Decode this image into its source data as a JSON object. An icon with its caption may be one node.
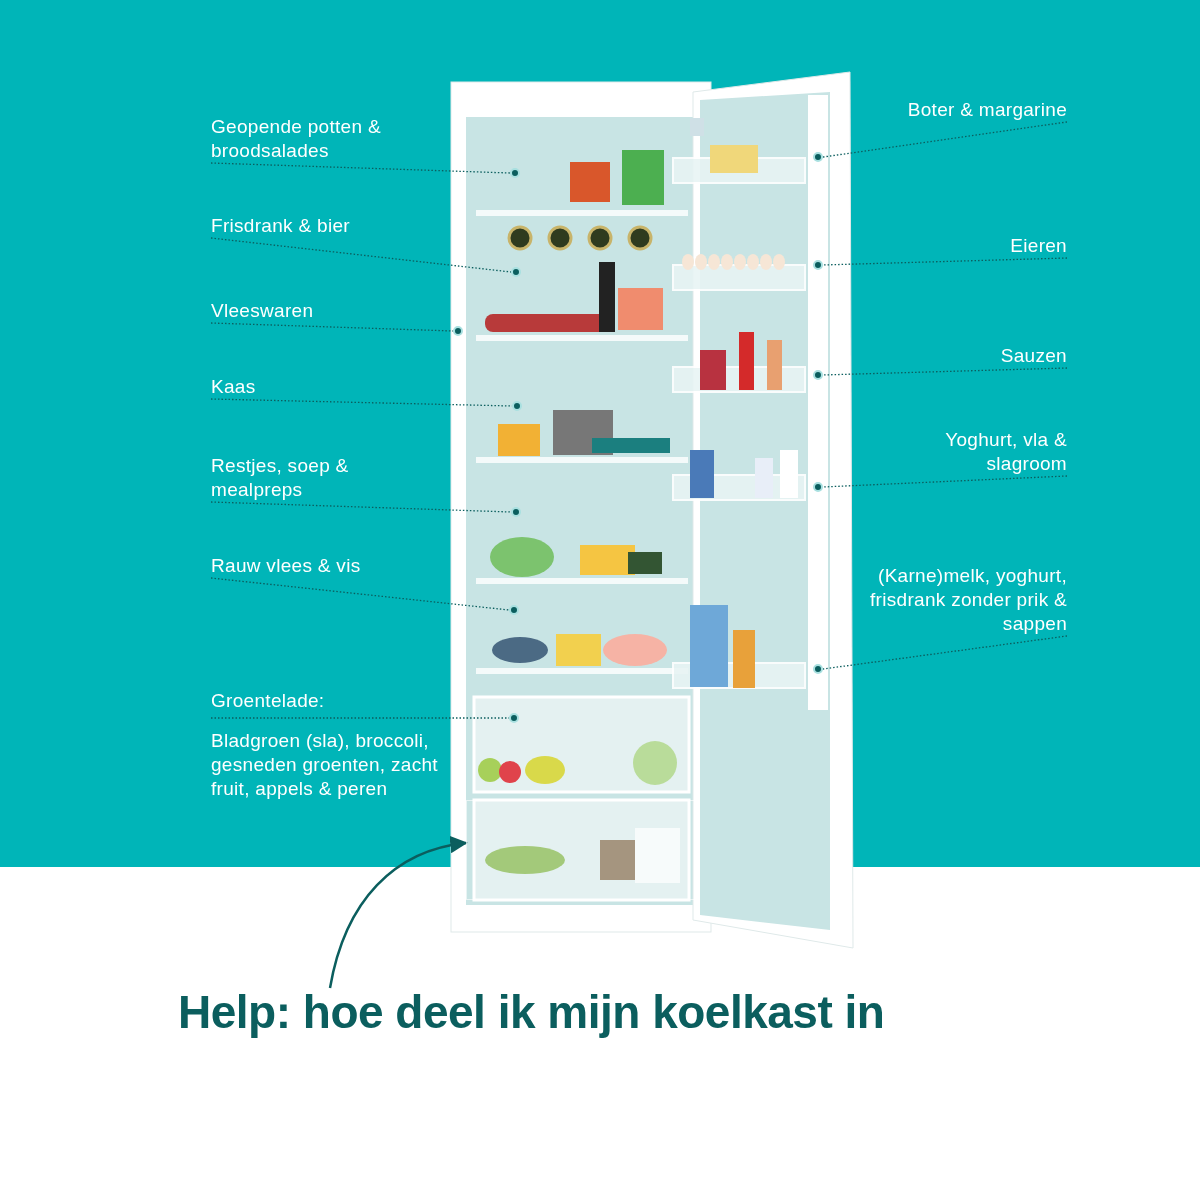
{
  "diagram": {
    "title": "Help: hoe deel ik mijn koelkast in",
    "nodes": [
      {
        "text": [
          "Geopende potten & broodsalades"
        ]
      },
      {
        "text": [],
        "shape": "circle"
      },
      {
        "text": [
          "Frisdrank & bier"
        ]
      },
      {
        "text": [],
        "shape": "circle"
      },
      {
        "text": [
          "Vleeswaren"
        ]
      },
      {
        "text": [],
        "shape": "circle"
      },
      {
        "text": [
          "Kaas"
        ]
      },
      {
        "text": [],
        "shape": "circle"
      },
      {
        "text": [
          "Restjes, soep & mealpreps"
        ]
      },
      {
        "text": [],
        "shape": "circle"
      },
      {
        "text": [
          "Rauw vlees & vis"
        ]
      },
      {
        "text": [],
        "shape": "circle"
      },
      {
        "text": [
          "Groentelade:",
          "Bladgroen (sla), broccoli, gesneden groenten, zacht fruit, appels & peren"
        ]
      },
      {
        "text": [],
        "shape": "circle"
      },
      {
        "text": [
          "Boter & margarine"
        ]
      },
      {
        "text": [],
        "shape": "circle"
      },
      {
        "text": [
          "Eieren"
        ]
      },
      {
        "text": [],
        "shape": "circle"
      },
      {
        "text": [
          "Sauzen"
        ]
      },
      {
        "text": [],
        "shape": "circle"
      },
      {
        "text": [
          "Yoghurt, vla & slagroom"
        ]
      },
      {
        "text": [],
        "shape": "circle"
      },
      {
        "text": [
          "(Karne)melk, yoghurt, frisdrank zonder prik & sappen"
        ]
      },
      {
        "text": [],
        "shape": "circle"
      },
      {
        "text": [],
        "shape": "box"
      }
    ],
    "edges": [
      {
        "from": 0,
        "to": 1,
        "arrow": "none",
        "style": "dashed"
      },
      {
        "from": 2,
        "to": 3,
        "arrow": "none",
        "style": "dashed"
      },
      {
        "from": 4,
        "to": 5,
        "arrow": "none",
        "style": "dashed"
      },
      {
        "from": 6,
        "to": 7,
        "arrow": "none",
        "style": "dashed"
      },
      {
        "from": 8,
        "to": 9,
        "arrow": "none",
        "style": "dashed"
      },
      {
        "from": 10,
        "to": 11,
        "arrow": "none",
        "style": "dashed"
      },
      {
        "from": 12,
        "to": 13,
        "arrow": "none",
        "style": "dashed"
      },
      {
        "from": 14,
        "to": 15,
        "arrow": "none",
        "style": "dashed"
      },
      {
        "from": 16,
        "to": 17,
        "arrow": "none",
        "style": "dashed"
      },
      {
        "from": 18,
        "to": 19,
        "arrow": "none",
        "style": "dashed"
      },
      {
        "from": 20,
        "to": 21,
        "arrow": "none",
        "style": "dashed"
      },
      {
        "from": 22,
        "to": 23,
        "arrow": "none",
        "style": "dashed"
      },
      {
        "from": null,
        "to": 24,
        "arrow": "to"
      }
    ]
  }
}
